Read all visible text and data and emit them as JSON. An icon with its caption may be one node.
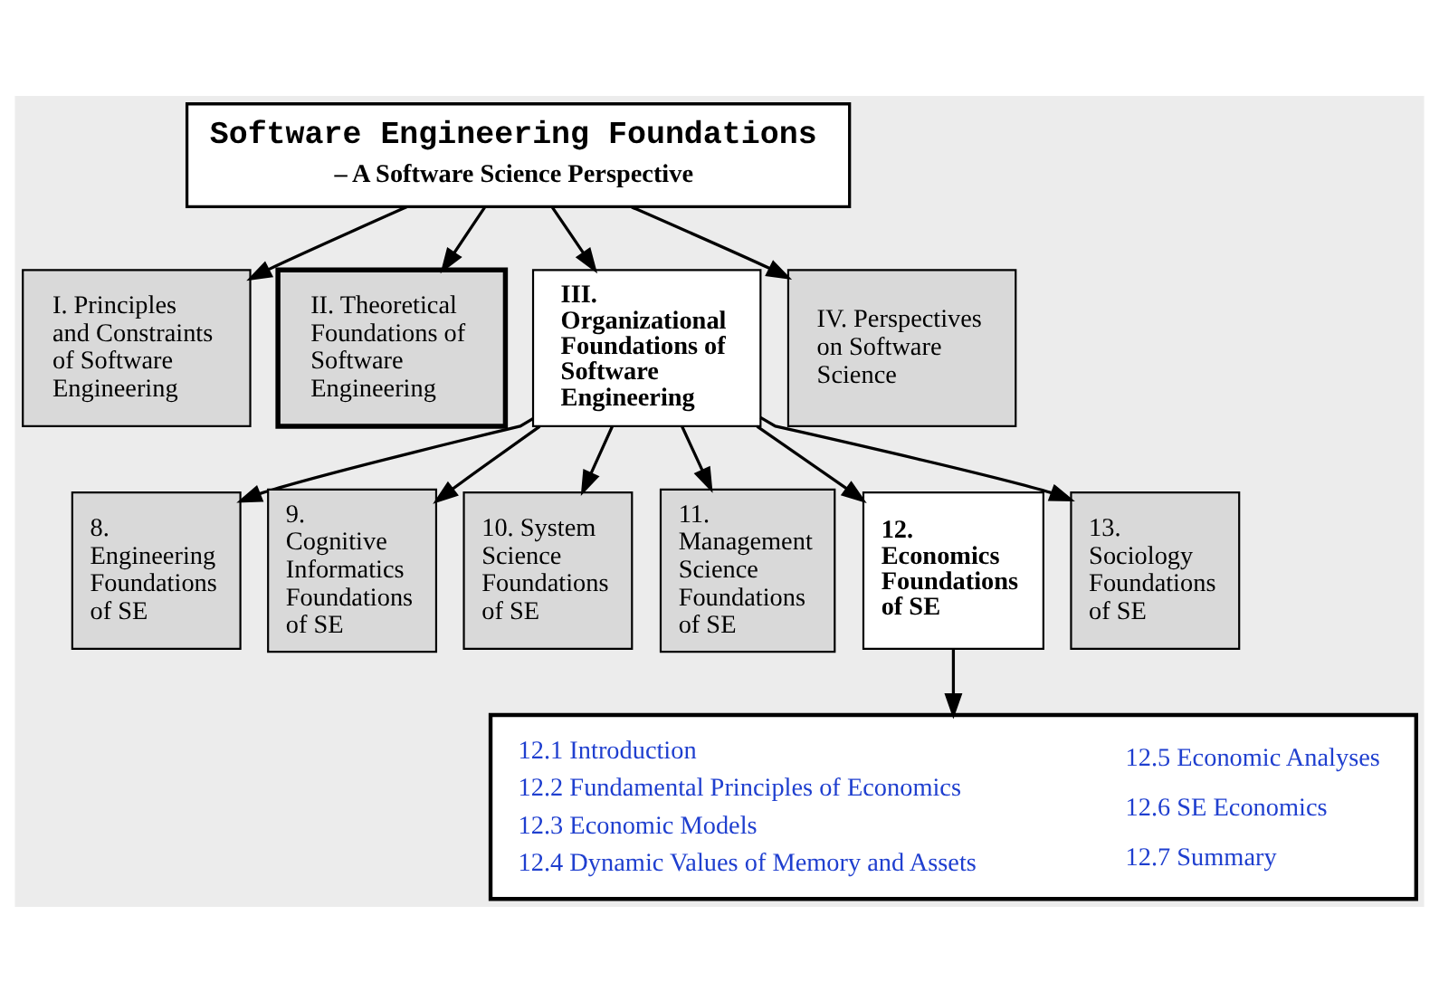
{
  "diagram": {
    "nodes": [
      {
        "text": [
          "Software Engineering Foundations",
          "– A Software Science Perspective"
        ]
      },
      {
        "text": [
          "I. Principles and Constraints of Software Engineering"
        ]
      },
      {
        "text": [
          "II. Theoretical Foundations of Software Engineering"
        ]
      },
      {
        "text": [
          "III. Organizational Foundations of Software Engineering"
        ]
      },
      {
        "text": [
          "IV. Perspectives on Software Science"
        ]
      },
      {
        "text": [
          "8. Engineering Foundations of SE"
        ]
      },
      {
        "text": [
          "9. Cognitive Informatics Foundations of SE"
        ]
      },
      {
        "text": [
          "10. System Science Foundations of SE"
        ]
      },
      {
        "text": [
          "11. Management Science Foundations of SE"
        ]
      },
      {
        "text": [
          "12. Economics Foundations of SE"
        ]
      },
      {
        "text": [
          "13. Sociology Foundations of SE"
        ]
      },
      {
        "text": [
          "12.1 Introduction",
          "12.2 Fundamental Principles of Economics",
          "12.3 Economic Models",
          "12.4 Dynamic Values of Memory and Assets",
          "12.5 Economic Analyses",
          "12.6 SE Economics",
          "12.7 Summary"
        ]
      }
    ],
    "edges": [
      {
        "from": 0,
        "to": 1,
        "arrow": "to"
      },
      {
        "from": 0,
        "to": 2,
        "arrow": "to"
      },
      {
        "from": 0,
        "to": 3,
        "arrow": "to"
      },
      {
        "from": 0,
        "to": 4,
        "arrow": "to"
      },
      {
        "from": 3,
        "to": 5,
        "arrow": "to"
      },
      {
        "from": 3,
        "to": 6,
        "arrow": "to"
      },
      {
        "from": 3,
        "to": 7,
        "arrow": "to"
      },
      {
        "from": 3,
        "to": 8,
        "arrow": "to"
      },
      {
        "from": 3,
        "to": 9,
        "arrow": "to"
      },
      {
        "from": 3,
        "to": 10,
        "arrow": "to"
      },
      {
        "from": 9,
        "to": 11,
        "arrow": "to"
      }
    ]
  }
}
